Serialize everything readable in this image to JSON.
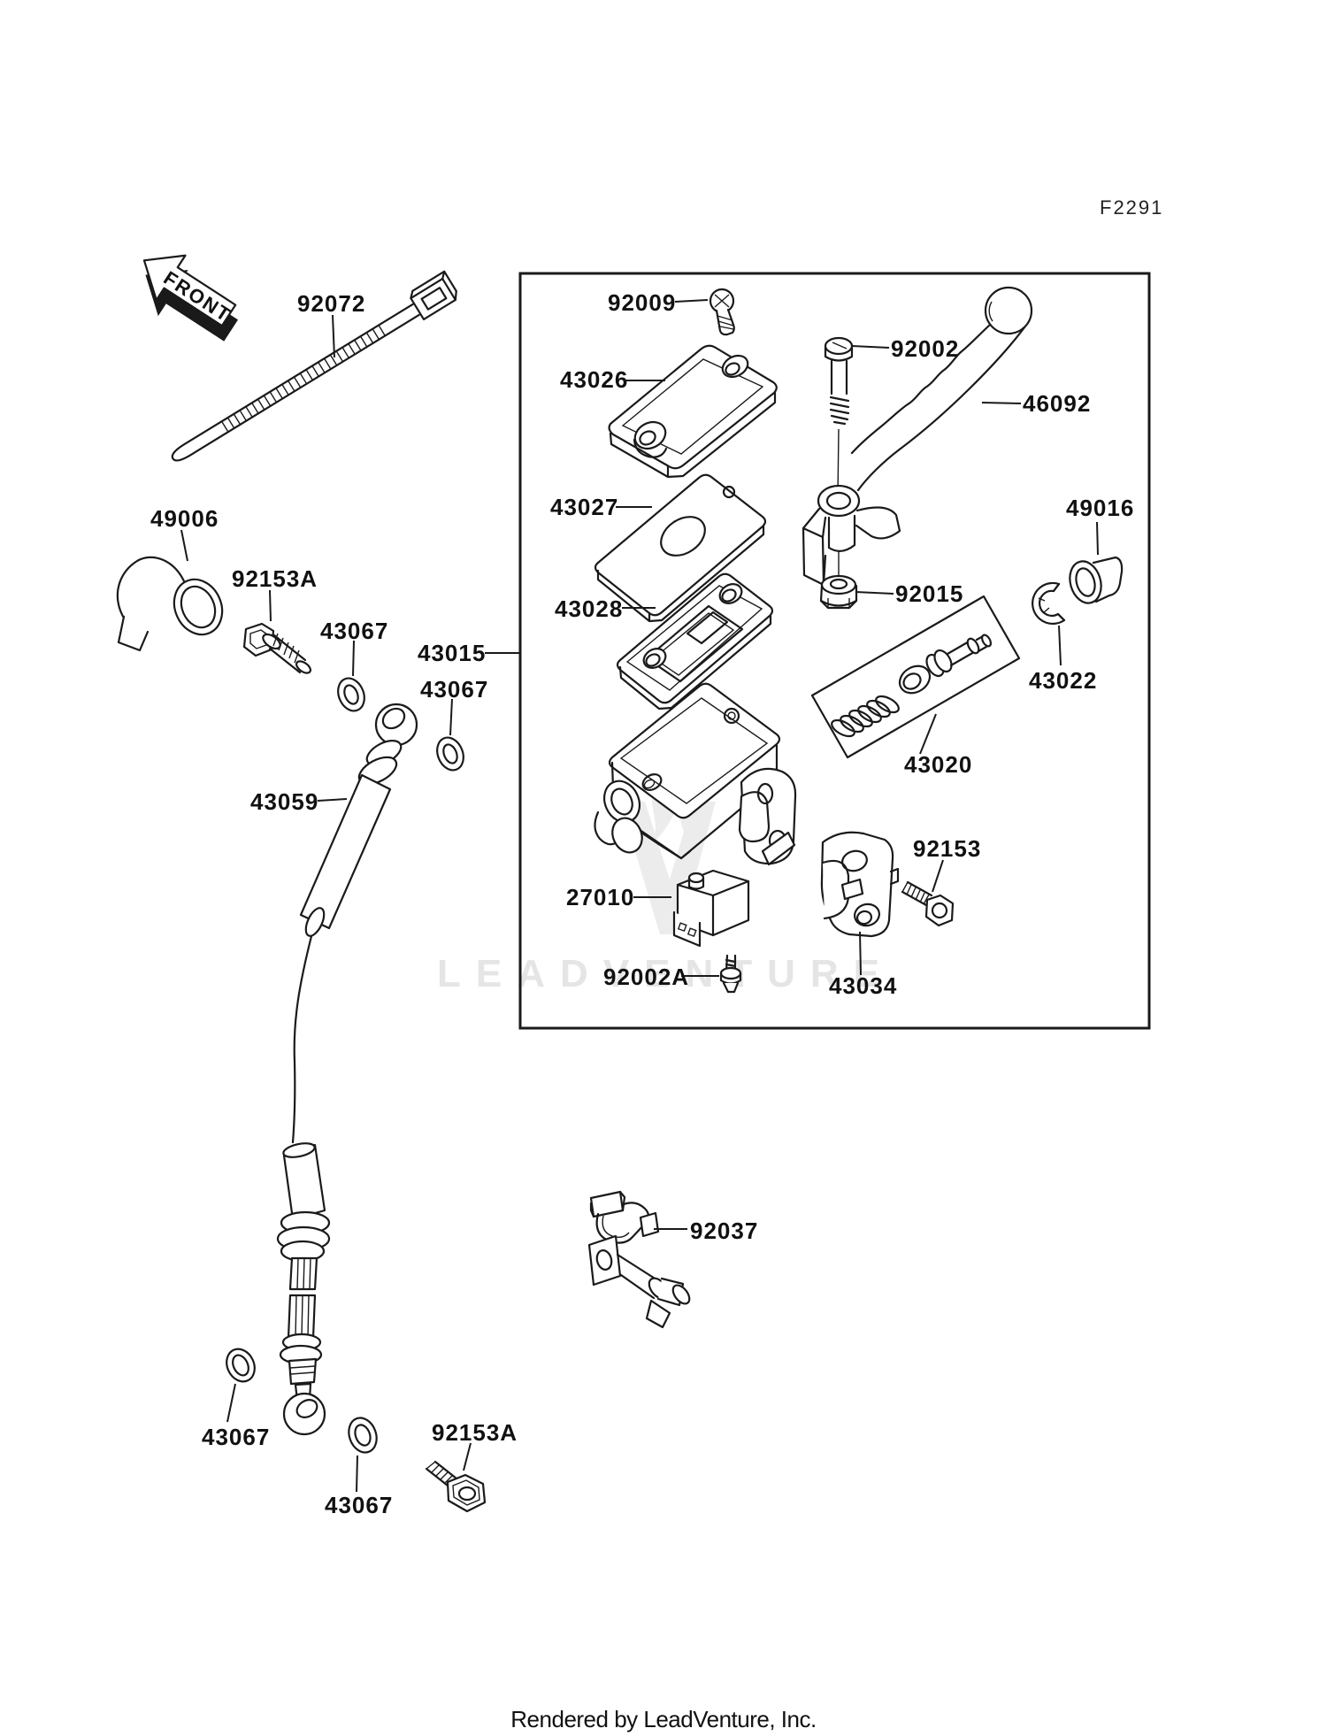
{
  "page": {
    "drawing_code": "F2291",
    "front_marker": "FRONT",
    "watermark_text": "LEADVENTURE",
    "footer_credit": "Rendered by LeadVenture, Inc."
  },
  "colors": {
    "ink": "#1a1a1a",
    "watermark": "#e5e5e5",
    "background": "#ffffff"
  },
  "callouts": {
    "cable_tie": "92072",
    "reservoir_cap_screw": "92009",
    "reservoir_cap": "43026",
    "cap_plate": "43027",
    "diaphragm": "43028",
    "lever_pivot_bolt": "92002",
    "brake_lever": "46092",
    "master_cylinder": "43015",
    "pivot_nut": "92015",
    "dust_cover": "49016",
    "circlip": "43022",
    "piston_kit": "43020",
    "joint_cover": "49006",
    "bleeder_bolt_top": "92153A",
    "washer_top_1": "43067",
    "washer_top_2": "43067",
    "brake_hose": "43059",
    "brake_switch": "27010",
    "switch_screw": "92002A",
    "lever_holder": "43034",
    "holder_bolt": "92153",
    "hose_clamp": "92037",
    "washer_bottom_1": "43067",
    "washer_bottom_2": "43067",
    "banjo_bolt_bottom": "92153A"
  }
}
